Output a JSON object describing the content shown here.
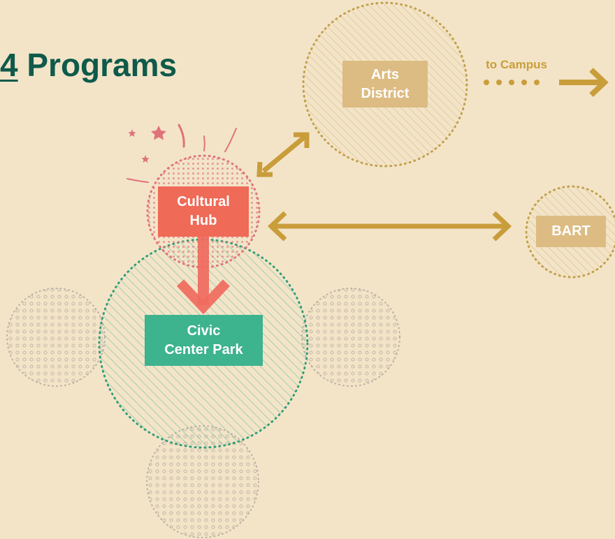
{
  "title": {
    "number": "4",
    "text": "Programs"
  },
  "nodes": {
    "cultural_hub": "Cultural\nHub",
    "civic_center_park": "Civic\nCenter Park",
    "arts_district": "Arts\nDistrict",
    "bart": "BART"
  },
  "to_campus": "to Campus",
  "colors": {
    "background": "#f3e4c8",
    "title": "#0f5a4a",
    "cultural_hub": "#ef6a57",
    "civic_center_park": "#3db38e",
    "destination": "#dcbc82",
    "connector_arrow": "#c99d3a",
    "neutral_dots": "#b9b0a3"
  },
  "icons": [
    "burst-icon",
    "double-arrow-icon",
    "down-arrow-icon",
    "right-arrow-icon"
  ]
}
